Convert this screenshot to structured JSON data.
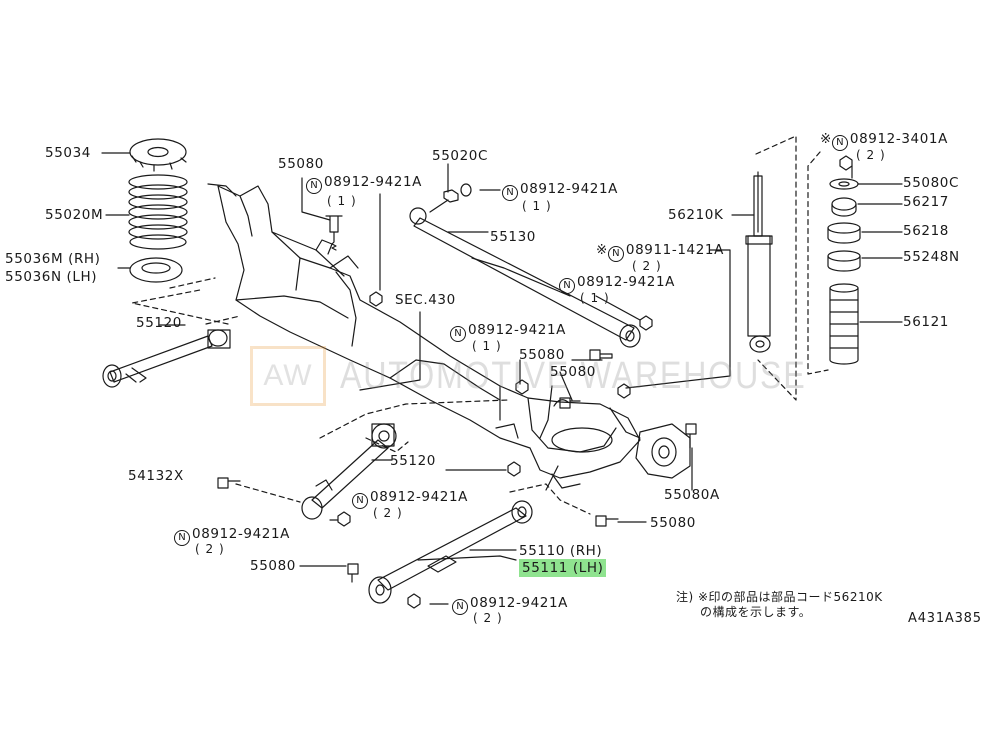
{
  "watermark": {
    "box_text": "AW",
    "text": "AUTOMOTIVE WAREHOUSE"
  },
  "parts": {
    "p55034": "55034",
    "p55020M": "55020M",
    "p55036M": "55036M (RH)",
    "p55036N": "55036N (LH)",
    "p55120_top": "55120",
    "p55080_top": "55080",
    "bolt_a_1_code": "08912-9421A",
    "bolt_a_1_qty": "( 1 )",
    "p55020C": "55020C",
    "bolt_a_2_code": "08912-9421A",
    "bolt_a_2_qty": "( 1 )",
    "p55130": "55130",
    "sec430": "SEC.430",
    "bolt_b_code": "08911-1421A",
    "bolt_b_qty": "( 2 )",
    "bolt_a_3_code": "08912-9421A",
    "bolt_a_3_qty": "( 1 )",
    "bolt_a_4_code": "08912-9421A",
    "bolt_a_4_qty": "( 1 )",
    "p55080_mid": "55080",
    "p55080_mid2": "55080",
    "p56210K": "56210K",
    "nut_3401_code": "08912-3401A",
    "nut_3401_qty": "( 2 )",
    "p55080C": "55080C",
    "p56217": "56217",
    "p56218": "56218",
    "p55248N": "55248N",
    "p56121": "56121",
    "p55120_low": "55120",
    "p54132X": "54132X",
    "bolt_a_5_code": "08912-9421A",
    "bolt_a_5_qty": "( 2 )",
    "bolt_a_6_code": "08912-9421A",
    "bolt_a_6_qty": "( 2 )",
    "p55080A": "55080A",
    "p55080_right": "55080",
    "p55110": "55110 (RH)",
    "p55111": "55111 (LH)",
    "p55080_left": "55080",
    "bolt_a_7_code": "08912-9421A",
    "bolt_a_7_qty": "( 2 )",
    "n_symbol": "N",
    "star_mark": "※"
  },
  "note": {
    "line1": "注) ※印の部品は部品コード56210K",
    "line2": "の構成を示します。"
  },
  "diagram_code": "A431A385",
  "colors": {
    "highlight": "#8fe38f",
    "ink": "#1a1a1a",
    "watermark_orange": "#e89a3a"
  }
}
